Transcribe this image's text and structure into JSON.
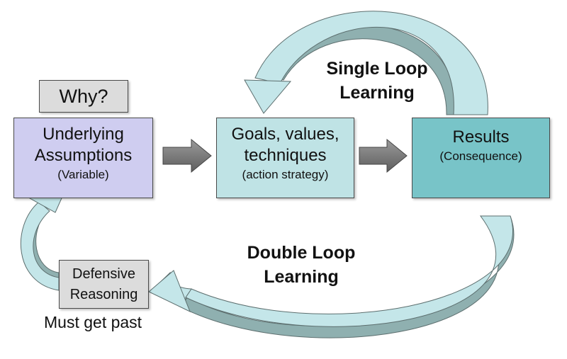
{
  "why_label": "Why?",
  "boxes": {
    "assumptions": {
      "line1": "Underlying",
      "line2": "Assumptions",
      "note": "(Variable)"
    },
    "goals": {
      "line1": "Goals, values,",
      "line2": "techniques",
      "note": "(action strategy)"
    },
    "results": {
      "title": "Results",
      "note": "(Consequence)"
    },
    "defensive": {
      "line1": "Defensive",
      "line2": "Reasoning"
    }
  },
  "single_loop": {
    "line1": "Single Loop",
    "line2": "Learning"
  },
  "double_loop": {
    "line1": "Double Loop",
    "line2": "Learning"
  },
  "must_get_past": "Must get past",
  "colors": {
    "assumptions_fill": "#cfcdf0",
    "goals_fill": "#bfe3e5",
    "results_fill": "#78c4c8",
    "gray_box_fill": "#dcdcdc",
    "loop_arrow_light": "#c4e6e9",
    "loop_arrow_dark": "#8fb0b0",
    "flow_arrow": "#7a7a7a"
  }
}
